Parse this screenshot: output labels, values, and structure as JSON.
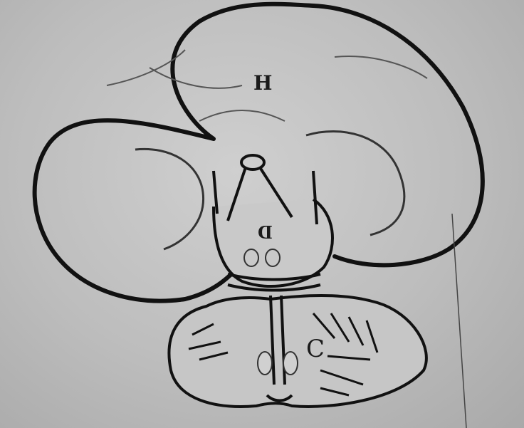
{
  "figure": {
    "labels": {
      "upper": "H",
      "middle": "D",
      "lower": "C"
    }
  }
}
